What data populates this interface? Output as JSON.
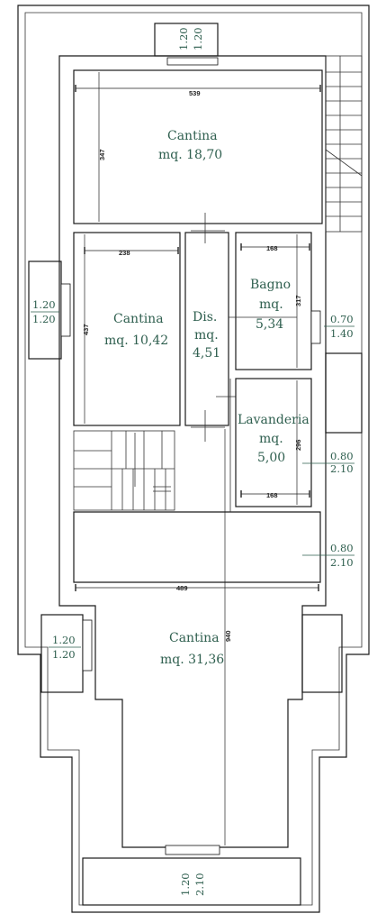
{
  "rooms": [
    {
      "name": "Cantina",
      "area": "mq. 18,70"
    },
    {
      "name": "Cantina",
      "area": "mq. 10,42"
    },
    {
      "name": "Dis.",
      "area": "mq.",
      "area2": "4,51"
    },
    {
      "name": "Bagno",
      "area": "mq.",
      "area2": "5,34"
    },
    {
      "name": "Lavanderia",
      "area": "mq.",
      "area2": "5,00"
    },
    {
      "name": "Cantina",
      "area": "mq. 31,36"
    }
  ],
  "dimensions": {
    "top_width": "539",
    "top_height": "347",
    "cantina2_width": "238",
    "cantina2_height": "437",
    "bagno_width": "168",
    "bagno_height": "317",
    "lav_width": "168",
    "lav_height": "296",
    "big_width": "489",
    "big_height": "940"
  },
  "windows": {
    "top": {
      "a": "1.20",
      "b": "1.20"
    },
    "left_upper": {
      "a": "1.20",
      "b": "1.20"
    },
    "right_bagno": {
      "a": "0.70",
      "b": "1.40"
    },
    "right_lav": {
      "a": "0.80",
      "b": "2.10"
    },
    "right_mid": {
      "a": "0.80",
      "b": "2.10"
    },
    "left_lower": {
      "a": "1.20",
      "b": "1.20"
    },
    "bottom": {
      "a": "1.20",
      "b": "2.10"
    }
  }
}
